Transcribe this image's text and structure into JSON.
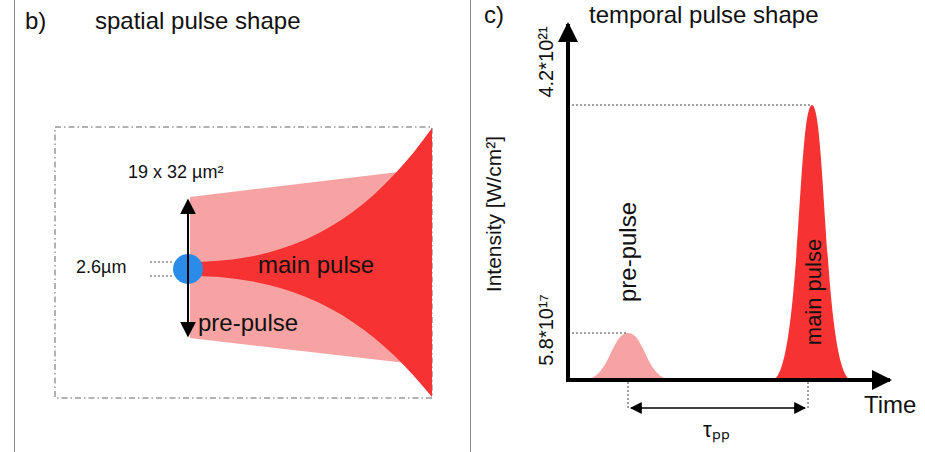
{
  "diagram": {
    "nodes": [
      {
        "text": [
          "b)",
          "spatial pulse shape"
        ]
      },
      {
        "text": [
          "c)",
          "temporal pulse shape"
        ]
      }
    ],
    "labels": [
      "19 x 32 µm²",
      "2.6µm",
      "main pulse",
      "pre-pulse",
      "Intensity [W/cm²]",
      "4.2*10²¹",
      "5.8*10¹⁷",
      "pre-pulse",
      "main pulse",
      "Time",
      "τₚₚ"
    ]
  }
}
